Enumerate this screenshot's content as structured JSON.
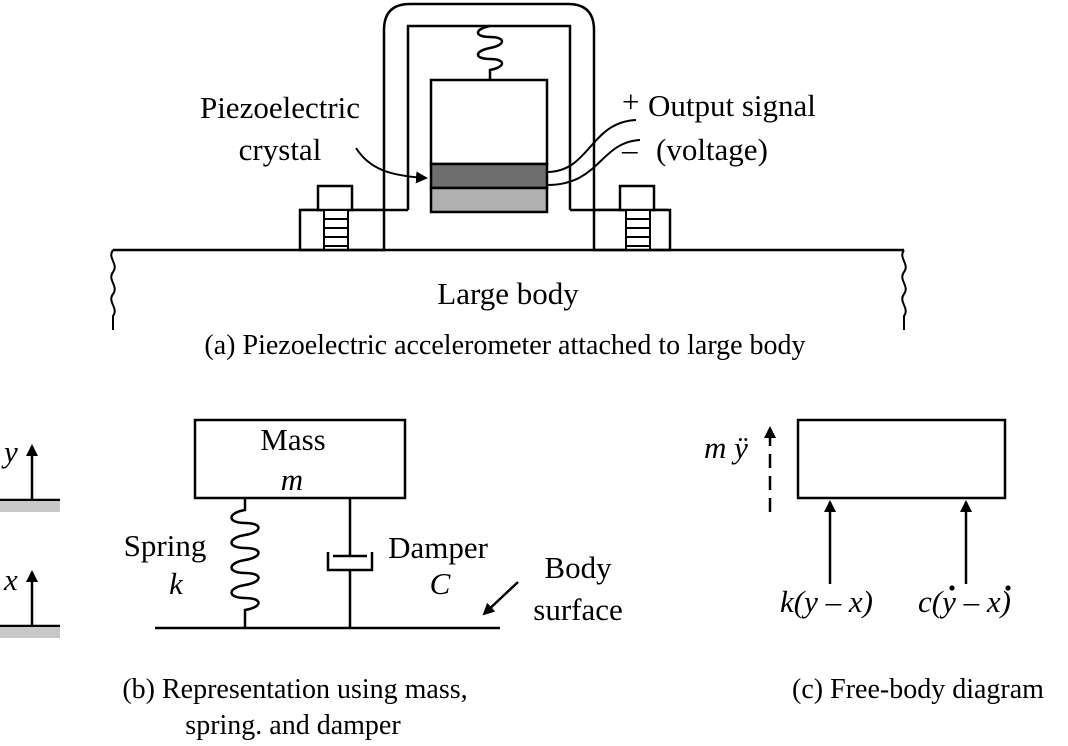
{
  "panel_a": {
    "crystal_label_1": "Piezoelectric",
    "crystal_label_2": "crystal",
    "plus": "+",
    "minus": "–",
    "output_label_1": "Output signal",
    "output_label_2": "(voltage)",
    "body_label": "Large body",
    "caption": "(a) Piezoelectric accelerometer attached to large body"
  },
  "panel_b": {
    "y_label": "y",
    "x_label": "x",
    "mass_label": "Mass",
    "mass_symbol": "m",
    "spring_label": "Spring",
    "spring_symbol": "k",
    "damper_label": "Damper",
    "damper_symbol": "C",
    "surface_label_1": "Body",
    "surface_label_2": "surface",
    "caption_1": "(b) Representation using mass,",
    "caption_2": "spring. and damper"
  },
  "panel_c": {
    "inertia_label": "m ÿ",
    "force_k_prefix": "k",
    "force_k_args": "(y – x)",
    "force_c_prefix": "c",
    "force_c_args": "(y – x)",
    "caption": "(c) Free-body diagram"
  },
  "colors": {
    "crystal_dark": "#6e6e6e",
    "crystal_light": "#b0b0b0",
    "ground_gray": "#c8c8c8"
  }
}
